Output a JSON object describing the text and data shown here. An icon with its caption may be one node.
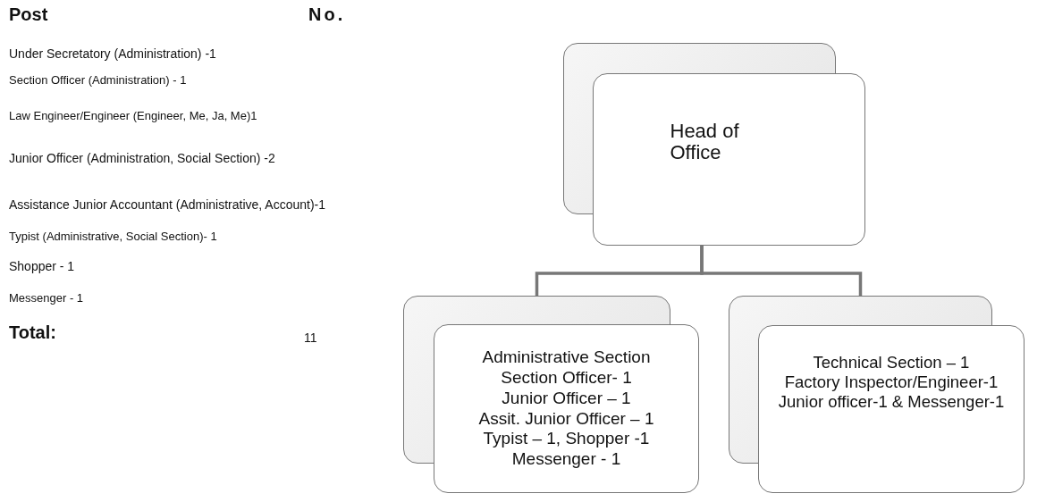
{
  "diagram": {
    "nodes": [
      {
        "text": [
          "Head of Office"
        ]
      },
      {
        "text": [
          "Administrative Section",
          "Section Officer- 1",
          "Junior Officer – 1",
          "Assit. Junior Officer – 1",
          "Typist – 1, Shopper -1",
          "Messenger - 1"
        ]
      },
      {
        "text": [
          "Technical Section – 1",
          "Factory Inspector/Engineer-1",
          "Junior officer-1 & Messenger-1"
        ]
      }
    ],
    "edges": [
      {
        "from": 0,
        "to": 1,
        "arrow": "none"
      },
      {
        "from": 0,
        "to": 2,
        "arrow": "none"
      }
    ],
    "labels": [
      "Post",
      "No.",
      "Under Secretatory (Administration) -1",
      "Section Officer  (Administration) - 1",
      "Law Engineer/Engineer (Engineer, Me, Ja, Me)1",
      "Junior Officer (Administration, Social Section) -2",
      "Assistance Junior Accountant (Administrative, Account)-1",
      "Typist (Administrative, Social Section)- 1",
      "Shopper - 1",
      "Messenger - 1",
      "Total:",
      "11"
    ]
  }
}
